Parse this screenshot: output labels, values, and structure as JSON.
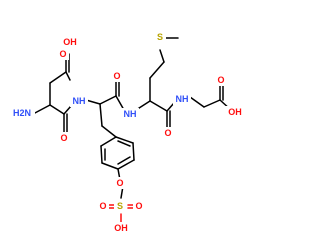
{
  "colors": {
    "carbon_bond": "#000000",
    "oxygen": "#ff0d0d",
    "nitrogen": "#3050f8",
    "sulfur": "#b8a400",
    "background": "#ffffff"
  },
  "atom_labels": {
    "asp_acid_oh": "OH",
    "asp_amine": "H2N",
    "asp_amide_oxygen": "O",
    "tyr_amide_nh": "NH",
    "tyr_carbonyl_oxygen": "O",
    "met_amide_nh": "NH",
    "met_sulfur": "S",
    "met_carbonyl_oxygen": "O",
    "gly_amide_nh": "NH",
    "gly_acid_oh": "OH",
    "gly_acid_oxygen": "O",
    "tyr_ether_oxygen": "O",
    "sulfate_sulfur": "S",
    "sulfate_oxygen_left": "O",
    "sulfate_oxygen_right": "O",
    "sulfate_oh": "OH",
    "asp_acid_oxygen": "O"
  }
}
